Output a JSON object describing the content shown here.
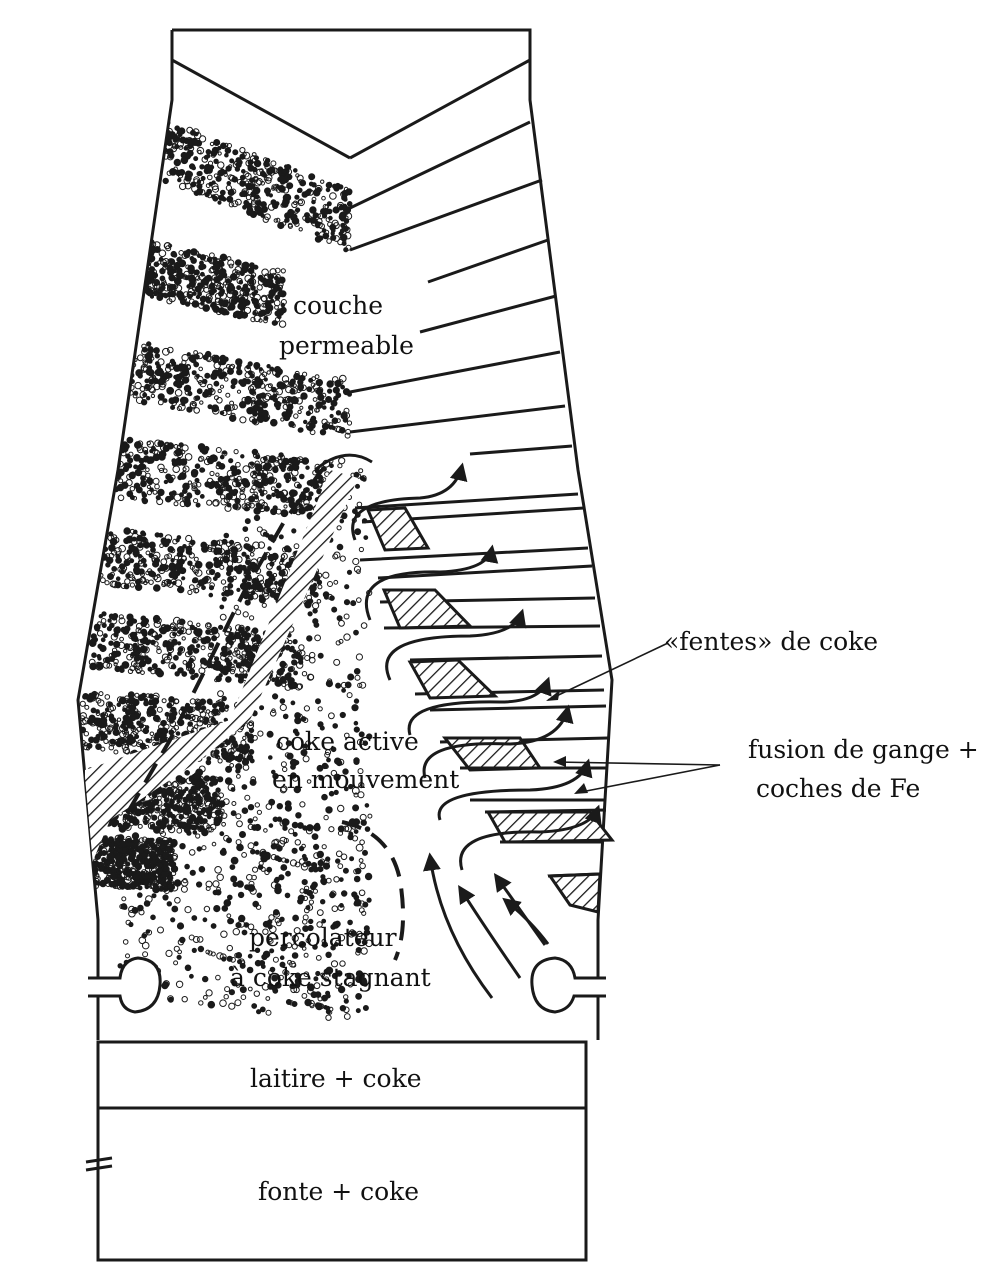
{
  "labels": {
    "couche_line1": "couche",
    "couche_line2": "permeable",
    "fentes": "«fentes» de coke",
    "fusion_line1": "fusion de gange +",
    "fusion_line2": "coches de Fe",
    "coke_active_line1": "coke active",
    "coke_active_line2": "en mouvement",
    "percolateur_line1": "percolateur",
    "percolateur_line2": "à coke stagnant",
    "laitier": "laitire + coke",
    "fonte": "fonte + coke"
  },
  "colors": {
    "ink": "#1a1a1a",
    "paper": "#ffffff"
  }
}
